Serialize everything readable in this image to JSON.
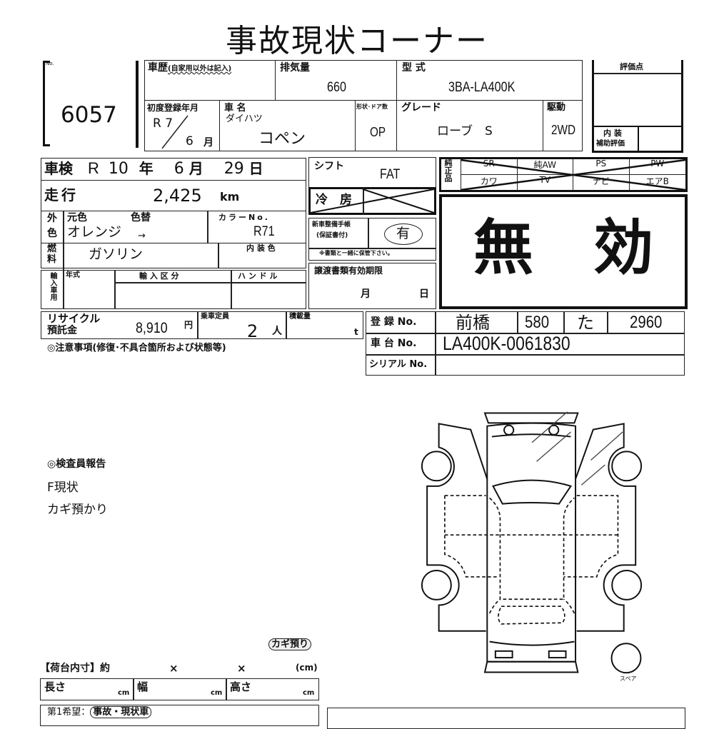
{
  "title": "事故現状コーナー",
  "lot": {
    "label": "No.",
    "number": "6057"
  },
  "history": {
    "label": "車歴",
    "note": "(自家用以外は記入)"
  },
  "displacement": {
    "label": "排気量",
    "value": "660"
  },
  "model_code": {
    "label": "型 式",
    "value": "3BA-LA400K"
  },
  "first_reg": {
    "label": "初度登録年月",
    "era": "R 7",
    "month": "6",
    "month_unit": "月"
  },
  "car_name": {
    "label": "車 名",
    "maker": "ダイハツ",
    "value": "コペン"
  },
  "body_type": {
    "label": "形状･ドア数",
    "value": "OP"
  },
  "grade": {
    "label": "グレード",
    "value": "ローブ　S"
  },
  "drive": {
    "label": "駆動",
    "value": "2WD"
  },
  "score": {
    "label": "評価点",
    "value": "",
    "interior_label1": "内 装",
    "interior_label2": "補助評価",
    "interior_value": ""
  },
  "inspection": {
    "label": "車検",
    "era": "R",
    "year": "10",
    "year_unit": "年",
    "month": "6",
    "month_unit": "月",
    "day": "29",
    "day_unit": "日"
  },
  "mileage": {
    "label": "走行",
    "value": "2,425",
    "unit": "km"
  },
  "exterior": {
    "label1": "外",
    "label2": "色",
    "orig_label": "元色",
    "change_label": "色替",
    "orig_value": "オレンジ",
    "arrow": "→",
    "color_no_label": "カラーNo.",
    "color_no": "R71"
  },
  "fuel": {
    "label1": "燃",
    "label2": "料",
    "value": "ガソリン",
    "interior_color_label": "内 装 色"
  },
  "import": {
    "label": "輸入車用",
    "year_label": "年式",
    "category_label": "輸 入 区 分",
    "handle_label": "ハ ン ド ル"
  },
  "shift": {
    "label": "シフト",
    "value": "FAT"
  },
  "aircon": {
    "label": "冷　房"
  },
  "maintenance": {
    "label1": "新車整備手帳",
    "label2": "(保証書付)",
    "value": "有",
    "note": "※書類と一緒に保管下さい。"
  },
  "transfer": {
    "label": "譲渡書類有効期限",
    "month_unit": "月",
    "day_unit": "日"
  },
  "genuine": {
    "label": "純正品",
    "items": [
      "SR",
      "純AW",
      "PS",
      "PW",
      "カワ",
      "TV",
      "ナビ",
      "エアB"
    ]
  },
  "stamp": {
    "value": "無　効"
  },
  "recycle": {
    "label1": "リサイクル",
    "label2": "預託金",
    "value": "8,910",
    "unit": "円"
  },
  "capacity": {
    "label": "乗車定員",
    "value": "2",
    "unit": "人"
  },
  "load": {
    "label": "積載量",
    "unit": "t"
  },
  "registration": {
    "label": "登 録 No.",
    "place": "前橋",
    "class": "580",
    "kana": "た",
    "number": "2960"
  },
  "chassis": {
    "label": "車 台 No.",
    "value": "LA400K-0061830"
  },
  "serial": {
    "label": "シリアル No.",
    "value": ""
  },
  "notes": {
    "label": "◎注意事項(修復･不具合箇所および状態等)"
  },
  "inspector": {
    "label": "◎検査員報告",
    "lines": [
      "F現状",
      "カギ預かり"
    ]
  },
  "key_stamp": "カギ預り",
  "spare_label": "スペア",
  "cargo": {
    "label": "【荷台内寸】約",
    "x1": "×",
    "x2": "×",
    "unit_paren": "(cm)",
    "length": "長さ",
    "width": "幅",
    "height": "高さ",
    "unit": "cm"
  },
  "preference": {
    "label": "第1希望：",
    "value": "事故・現状車"
  }
}
